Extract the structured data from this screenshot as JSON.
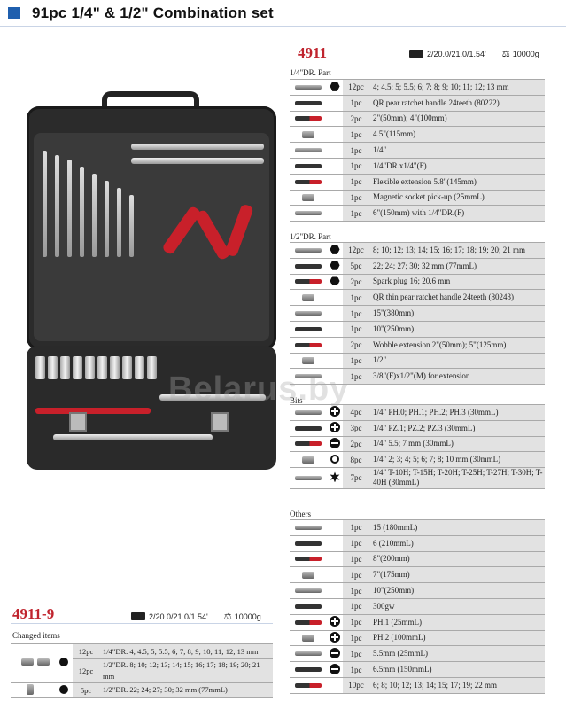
{
  "header": {
    "title": "91pc 1/4\" & 1/2\" Combination set"
  },
  "watermark": "Belarus.by",
  "main": {
    "model": "4911",
    "specs": "2/20.0/21.0/1.54'",
    "weight": "10000g"
  },
  "sections": {
    "quarter": {
      "label": "1/4\"DR. Part",
      "rows": [
        {
          "qty": "12pc",
          "desc": "4; 4.5; 5; 5.5; 6; 7; 8; 9; 10; 11; 12; 13 mm",
          "icon": "hex-socket-icon"
        },
        {
          "qty": "1pc",
          "desc": "QR pear ratchet handle 24teeth (80222)",
          "icon": ""
        },
        {
          "qty": "2pc",
          "desc": "2\"(50mm); 4\"(100mm)",
          "icon": ""
        },
        {
          "qty": "1pc",
          "desc": "4.5\"(115mm)",
          "icon": ""
        },
        {
          "qty": "1pc",
          "desc": "1/4\"",
          "icon": ""
        },
        {
          "qty": "1pc",
          "desc": "1/4\"DR.x1/4\"(F)",
          "icon": ""
        },
        {
          "qty": "1pc",
          "desc": "Flexible extension 5.8\"(145mm)",
          "icon": ""
        },
        {
          "qty": "1pc",
          "desc": "Magnetic socket pick-up (25mmL)",
          "icon": ""
        },
        {
          "qty": "1pc",
          "desc": "6\"(150mm) with 1/4\"DR.(F)",
          "icon": ""
        }
      ]
    },
    "half": {
      "label": "1/2\"DR. Part",
      "rows": [
        {
          "qty": "12pc",
          "desc": "8; 10; 12; 13; 14; 15; 16; 17; 18; 19; 20; 21 mm",
          "icon": "hex-socket-icon"
        },
        {
          "qty": "5pc",
          "desc": "22; 24; 27; 30; 32 mm (77mmL)",
          "icon": "hex-socket-icon"
        },
        {
          "qty": "2pc",
          "desc": "Spark plug 16; 20.6 mm",
          "icon": "hex-socket-icon"
        },
        {
          "qty": "1pc",
          "desc": "QR thin pear ratchet handle 24teeth (80243)",
          "icon": ""
        },
        {
          "qty": "1pc",
          "desc": "15\"(380mm)",
          "icon": ""
        },
        {
          "qty": "1pc",
          "desc": "10\"(250mm)",
          "icon": ""
        },
        {
          "qty": "2pc",
          "desc": "Wobble extension 2\"(50mm); 5\"(125mm)",
          "icon": ""
        },
        {
          "qty": "1pc",
          "desc": "1/2\"",
          "icon": ""
        },
        {
          "qty": "1pc",
          "desc": "3/8\"(F)x1/2\"(M) for extension",
          "icon": ""
        }
      ]
    },
    "bits": {
      "label": "Bits",
      "rows": [
        {
          "qty": "4pc",
          "desc": "1/4\" PH.0; PH.1; PH.2; PH.3 (30mmL)",
          "icon": "phillips-icon"
        },
        {
          "qty": "3pc",
          "desc": "1/4\" PZ.1; PZ.2; PZ.3 (30mmL)",
          "icon": "pozidriv-icon"
        },
        {
          "qty": "2pc",
          "desc": "1/4\" 5.5; 7 mm (30mmL)",
          "icon": "slotted-icon"
        },
        {
          "qty": "8pc",
          "desc": "1/4\" 2; 3; 4; 5; 6; 7; 8; 10 mm (30mmL)",
          "icon": "hex-key-icon"
        },
        {
          "qty": "7pc",
          "desc": "1/4\" T-10H; T-15H; T-20H; T-25H; T-27H; T-30H; T-40H (30mmL)",
          "icon": "torx-icon"
        }
      ]
    },
    "others": {
      "label": "Others",
      "rows": [
        {
          "qty": "1pc",
          "desc": "15 (180mmL)",
          "icon": ""
        },
        {
          "qty": "1pc",
          "desc": "6 (210mmL)",
          "icon": ""
        },
        {
          "qty": "1pc",
          "desc": "8\"(200mm)",
          "icon": ""
        },
        {
          "qty": "1pc",
          "desc": "7\"(175mm)",
          "icon": ""
        },
        {
          "qty": "1pc",
          "desc": "10\"(250mm)",
          "icon": ""
        },
        {
          "qty": "1pc",
          "desc": "300gw",
          "icon": ""
        },
        {
          "qty": "1pc",
          "desc": "PH.1 (25mmL)",
          "icon": "phillips-icon"
        },
        {
          "qty": "1pc",
          "desc": "PH.2 (100mmL)",
          "icon": "phillips-icon"
        },
        {
          "qty": "1pc",
          "desc": "5.5mm (25mmL)",
          "icon": "slotted-icon"
        },
        {
          "qty": "1pc",
          "desc": "6.5mm (150mmL)",
          "icon": "slotted-icon"
        },
        {
          "qty": "10pc",
          "desc": "6; 8; 10; 12; 13; 14; 15; 17; 19; 22 mm",
          "icon": ""
        }
      ]
    }
  },
  "variant": {
    "model": "4911-9",
    "specs": "2/20.0/21.0/1.54'",
    "weight": "10000g",
    "changed_label": "Changed items",
    "rows": [
      {
        "qty": "12pc",
        "desc": "1/4\"DR. 4; 4.5; 5; 5.5; 6; 7; 8; 9; 10; 11; 12; 13 mm"
      },
      {
        "qty": "12pc",
        "desc": "1/2\"DR. 8; 10; 12; 13; 14; 15; 16; 17; 18; 19; 20; 21 mm"
      },
      {
        "qty": "5pc",
        "desc": "1/2\"DR. 22; 24; 27; 30; 32 mm (77mmL)"
      }
    ]
  }
}
